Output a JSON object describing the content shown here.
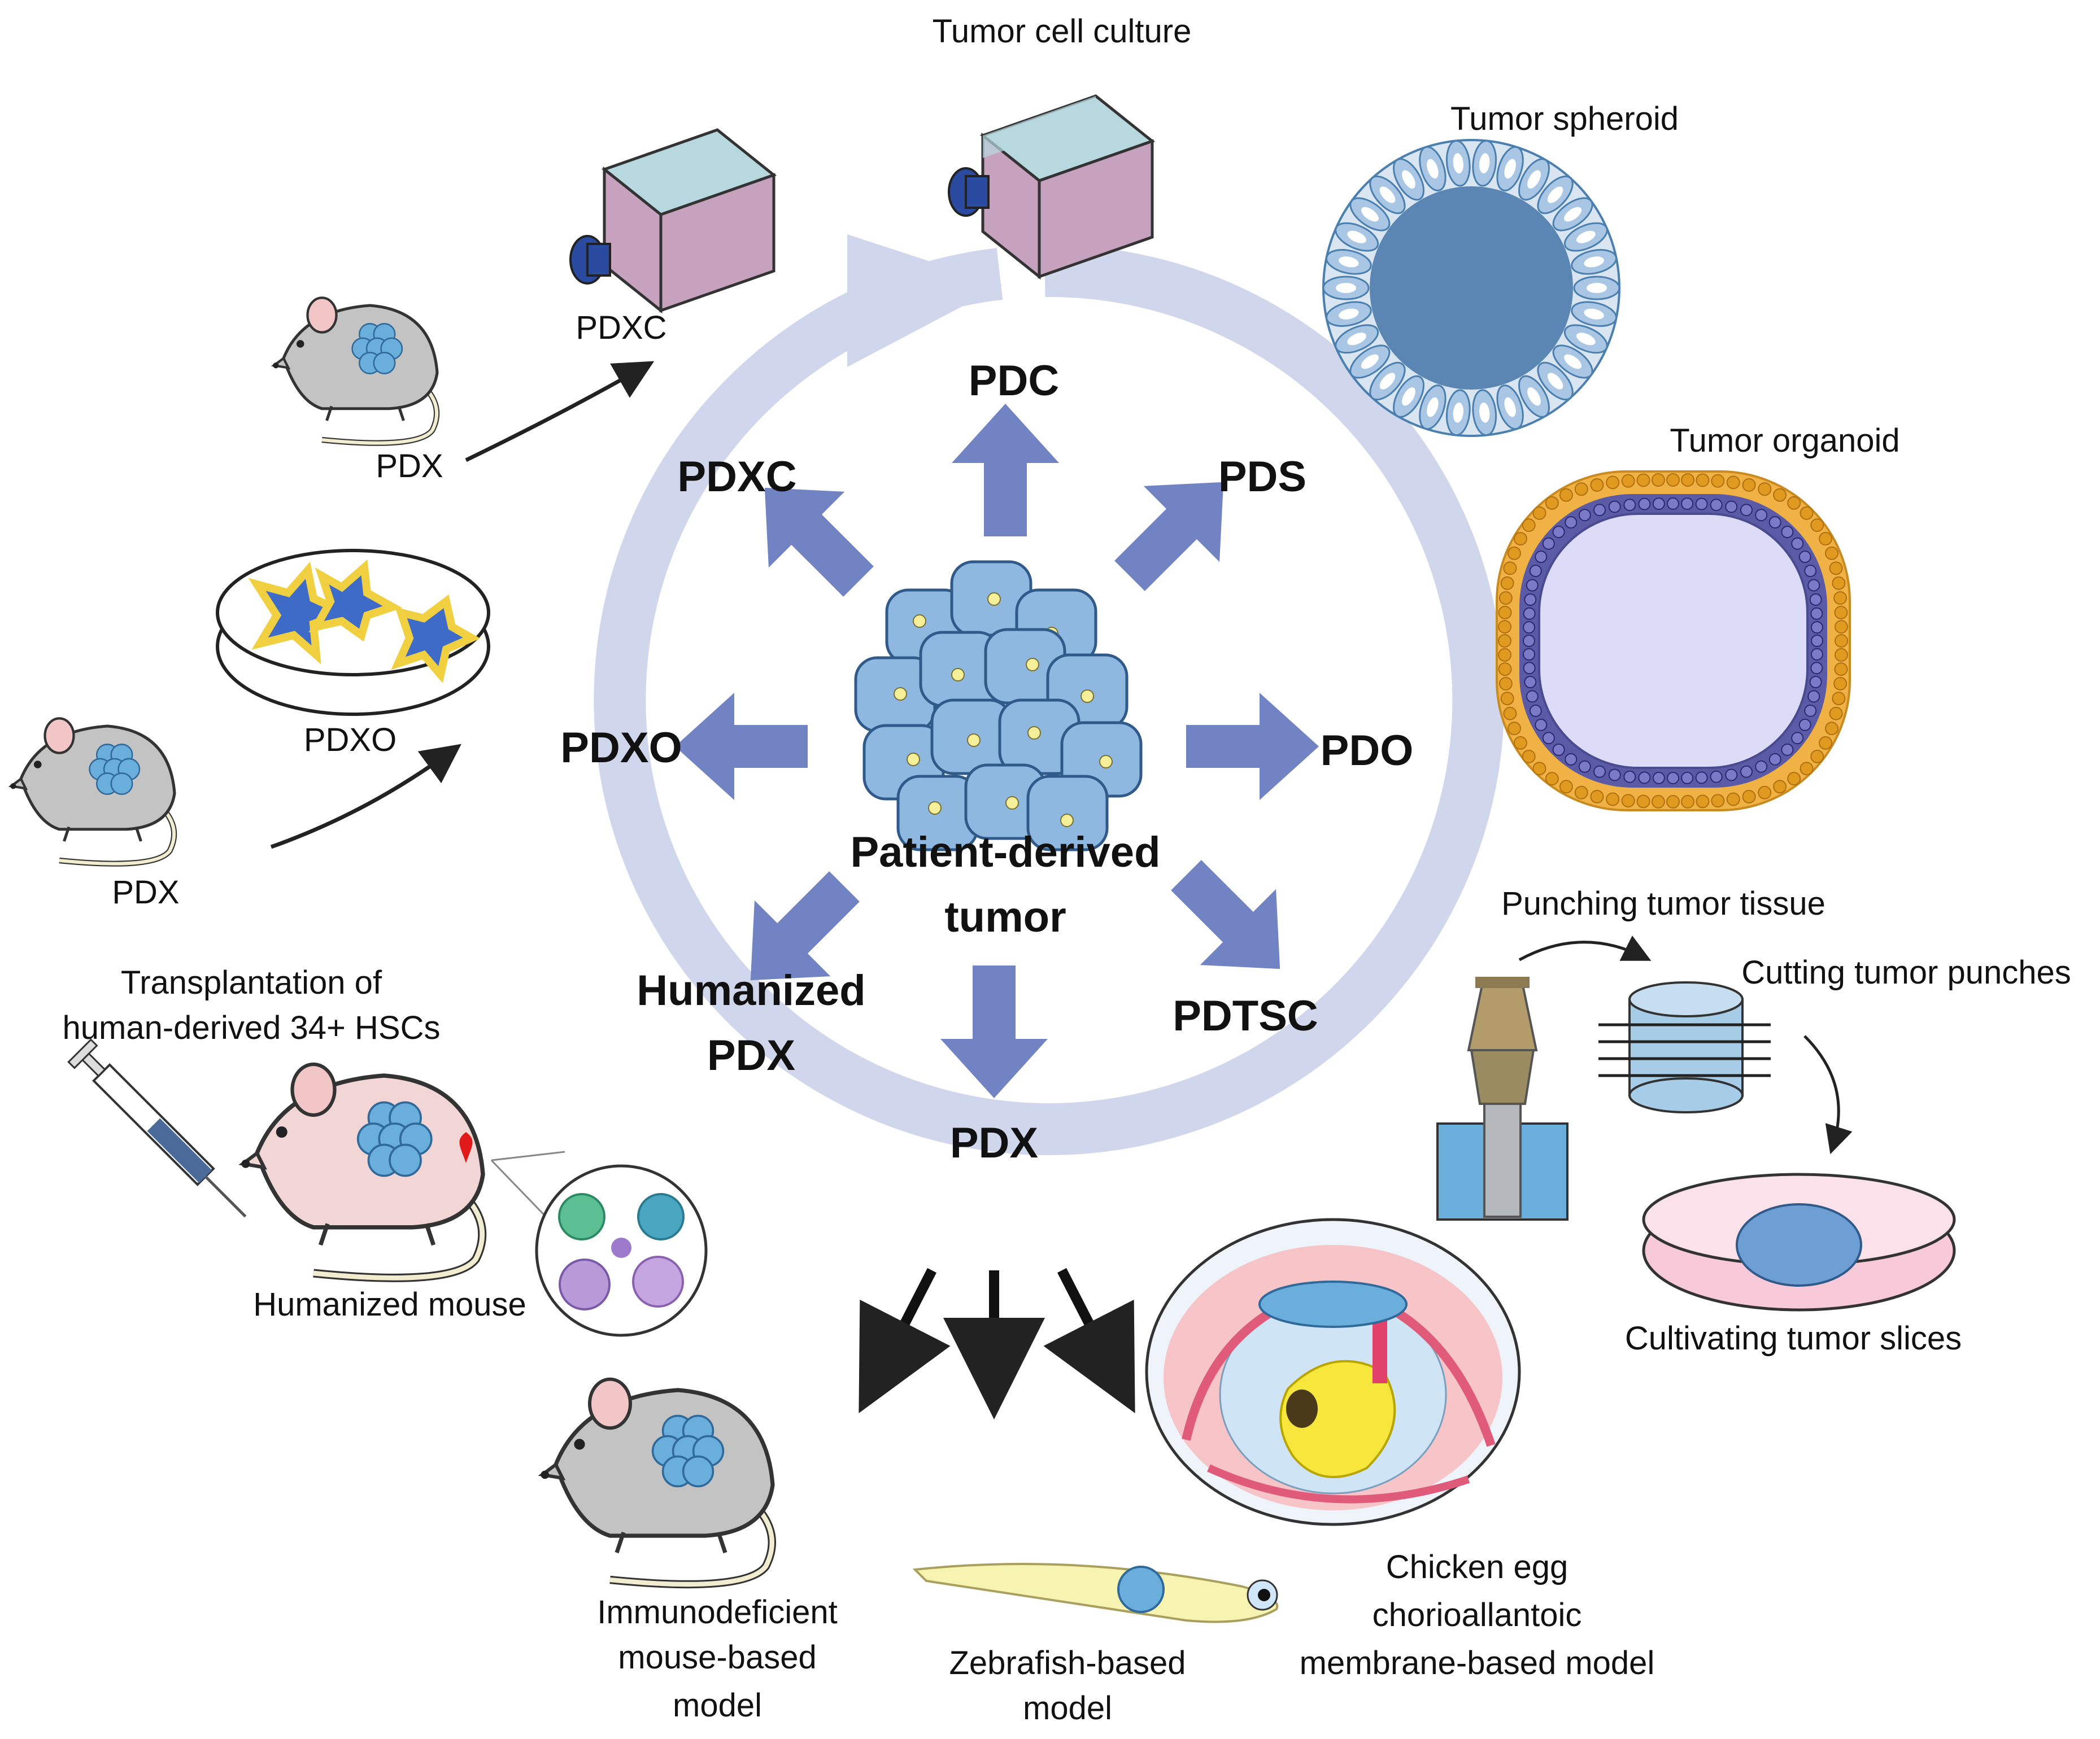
{
  "center": {
    "line1": "Patient-derived",
    "line2": "tumor"
  },
  "models": {
    "pdc": "PDC",
    "pds": "PDS",
    "pdo": "PDO",
    "pdtsc": "PDTSC",
    "pdx": "PDX",
    "humanized_line1": "Humanized",
    "humanized_line2": "PDX",
    "pdxo": "PDXO",
    "pdxc": "PDXC"
  },
  "labels": {
    "tumor_cell_culture": "Tumor cell culture",
    "tumor_spheroid": "Tumor spheroid",
    "tumor_organoid": "Tumor organoid",
    "punching": "Punching tumor tissue",
    "cutting": "Cutting tumor punches",
    "cultivating": "Cultivating tumor slices",
    "pdxc_small": "PDXC",
    "pdx_top": "PDX",
    "pdxo_small": "PDXO",
    "pdx_mid": "PDX",
    "transplant_line1": "Transplantation of",
    "transplant_line2": "human-derived 34+ HSCs",
    "humanized_mouse": "Humanized mouse",
    "immuno_line1": "Immunodeficient",
    "immuno_line2": "mouse-based",
    "immuno_line3": "model",
    "zebra_line1": "Zebrafish-based",
    "zebra_line2": "model",
    "chicken_line1": "Chicken egg",
    "chicken_line2": "chorioallantoic",
    "chicken_line3": "membrane-based model"
  },
  "colors": {
    "ring": "#d0d6ec",
    "arrow": "#7283c4",
    "tumor_cell": "#8fb8e0",
    "mouse_gray": "#c3c3c3",
    "mouse_pink": "#f2d6d6"
  }
}
